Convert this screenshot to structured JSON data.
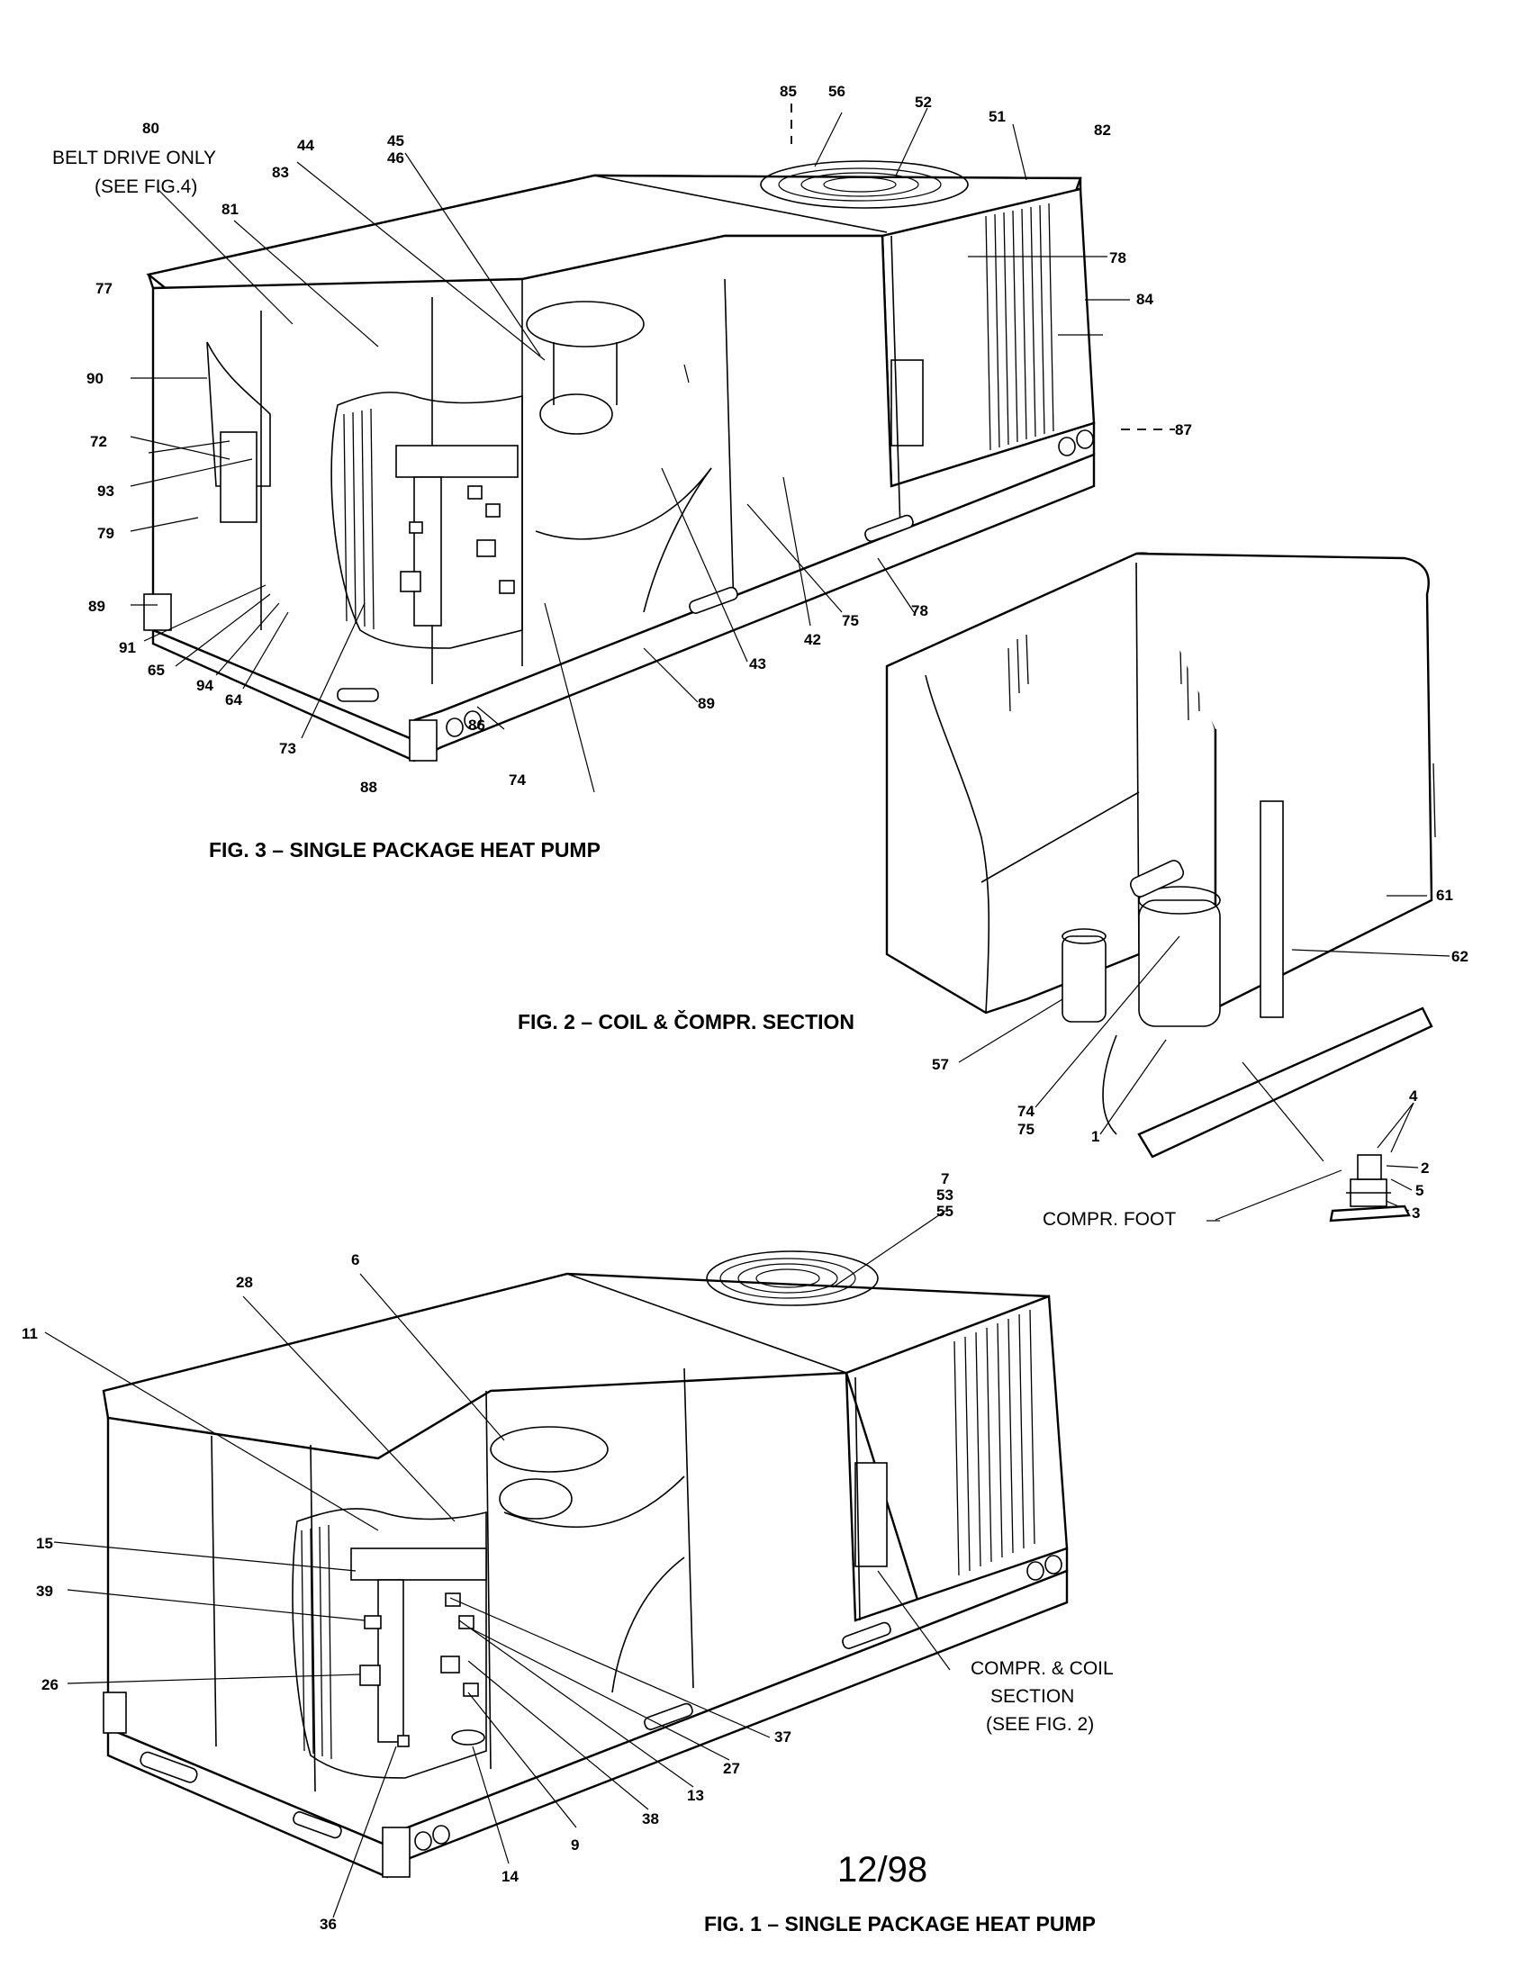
{
  "figures": {
    "fig3": {
      "caption": "FIG. 3 – SINGLE PACKAGE HEAT PUMP",
      "belt_note": [
        "BELT DRIVE ONLY",
        "(SEE FIG.4)"
      ],
      "callouts": [
        "80",
        "83",
        "81",
        "44",
        "45",
        "46",
        "85",
        "56",
        "52",
        "51",
        "82",
        "77",
        "90",
        "72",
        "93",
        "79",
        "89",
        "91",
        "65",
        "94",
        "64",
        "73",
        "88",
        "74",
        "86",
        "89",
        "43",
        "42",
        "75",
        "78",
        "78",
        "84",
        "87"
      ]
    },
    "fig2": {
      "caption": "FIG. 2 – COIL & ČOMPR. SECTION",
      "foot_label": "COMPR. FOOT",
      "callouts": [
        "61",
        "62",
        "57",
        "74",
        "75",
        "1",
        "4",
        "2",
        "5",
        "3"
      ]
    },
    "fig1": {
      "caption": "FIG. 1 – SINGLE PACKAGE HEAT PUMP",
      "section_note": [
        "COMPR. & COIL",
        "SECTION",
        "(SEE FIG. 2)"
      ],
      "callouts": [
        "7",
        "53",
        "55",
        "28",
        "6",
        "11",
        "15",
        "39",
        "26",
        "36",
        "14",
        "9",
        "38",
        "13",
        "27",
        "37"
      ]
    }
  },
  "date_stamp": "12/98"
}
